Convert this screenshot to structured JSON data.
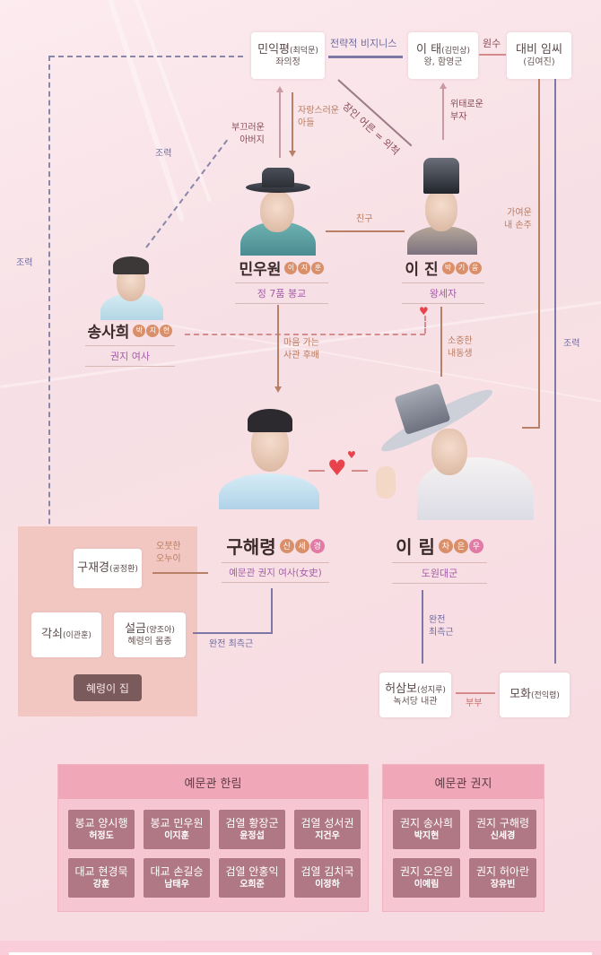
{
  "top_boxes": {
    "min_ikpyeong": {
      "name": "민익평",
      "actor": "(최덕문)",
      "role": "좌의정"
    },
    "lee_tae": {
      "name": "이 태",
      "actor": "(김민상)",
      "role": "왕, 함영군"
    },
    "daebi": {
      "name": "대비 임씨",
      "actor": "(김여진)"
    }
  },
  "relations": {
    "strategic_business": "전략적 비지니스",
    "enemy": "원수",
    "father_in_law": "장인 어른 = 외척",
    "ashamed_father": [
      "부끄러운",
      "아버지"
    ],
    "proud_son": [
      "자랑스러운",
      "아들"
    ],
    "precarious": [
      "위태로운",
      "부자"
    ],
    "cooperation_top": "조력",
    "cooperation_left": "조력",
    "cooperation_right": "조력",
    "dear_grandson": [
      "가여운",
      "내 손주"
    ],
    "friend": "친구",
    "crush_junior": [
      "마음 가는",
      "사관 후배"
    ],
    "precious_brother": [
      "소중한",
      "내동생"
    ],
    "siblings": [
      "오붓한",
      "오누이"
    ],
    "aide_left": "완전 최측근",
    "aide_right": [
      "완전",
      "최측근"
    ],
    "couple": "부부"
  },
  "characters": {
    "min_woowon": {
      "name": "민우원",
      "actor": [
        "이",
        "지",
        "훈"
      ],
      "role": "정 7품 봉교"
    },
    "lee_jin": {
      "name": "이 진",
      "actor": [
        "박",
        "기",
        "웅"
      ],
      "role": "왕세자"
    },
    "song_sahui": {
      "name": "송사희",
      "actor": [
        "박",
        "지",
        "현"
      ],
      "role": "권지 여사"
    },
    "goo_haeryung": {
      "name": "구해령",
      "actor": [
        "신",
        "세",
        "경"
      ],
      "role": "예문관 권지 여사(女史)"
    },
    "lee_rim": {
      "name": "이 림",
      "actor": [
        "차",
        "은",
        "우"
      ],
      "role": "도원대군"
    }
  },
  "family_house": {
    "title": "혜령이 집",
    "goo_jaegyeong": {
      "name": "구재경",
      "actor": "(공정환)"
    },
    "gaksoe": {
      "name": "각쇠",
      "actor": "(이관훈)"
    },
    "seolgeum": {
      "name": "설금",
      "actor": "(양조아)",
      "role": "혜령의 몸종"
    }
  },
  "bottom_boxes": {
    "heo_sambo": {
      "name": "허삼보",
      "actor": "(성지루)",
      "role": "녹서당 내관"
    },
    "mohwa": {
      "name": "모화",
      "actor": "(전익령)"
    }
  },
  "panels": {
    "hanrim": {
      "title": "예문관 한림",
      "members": [
        {
          "title": "봉교 양시행",
          "actor": "허정도"
        },
        {
          "title": "봉교 민우원",
          "actor": "이지훈"
        },
        {
          "title": "검열 황장군",
          "actor": "윤정섭"
        },
        {
          "title": "검열 성서권",
          "actor": "지건우"
        },
        {
          "title": "대교 현경묵",
          "actor": "강훈"
        },
        {
          "title": "대교 손길승",
          "actor": "남태우"
        },
        {
          "title": "검열 안홍익",
          "actor": "오희준"
        },
        {
          "title": "검열 김치국",
          "actor": "이정하"
        }
      ]
    },
    "gwonji": {
      "title": "예문관 권지",
      "members": [
        {
          "title": "권지 송사희",
          "actor": "박지현"
        },
        {
          "title": "권지 구해령",
          "actor": "신세경"
        },
        {
          "title": "권지 오은임",
          "actor": "이예림"
        },
        {
          "title": "권지 허아란",
          "actor": "장유빈"
        }
      ]
    }
  },
  "colors": {
    "background": "#f8e1e6",
    "brown_line": "#b98068",
    "blue_line": "#7e78a6",
    "rose_line": "#d58b8b",
    "role_text": "#a45ca8",
    "tile": "#b07885",
    "panel_head": "#f0a8b8",
    "heart": "#e8434d"
  }
}
